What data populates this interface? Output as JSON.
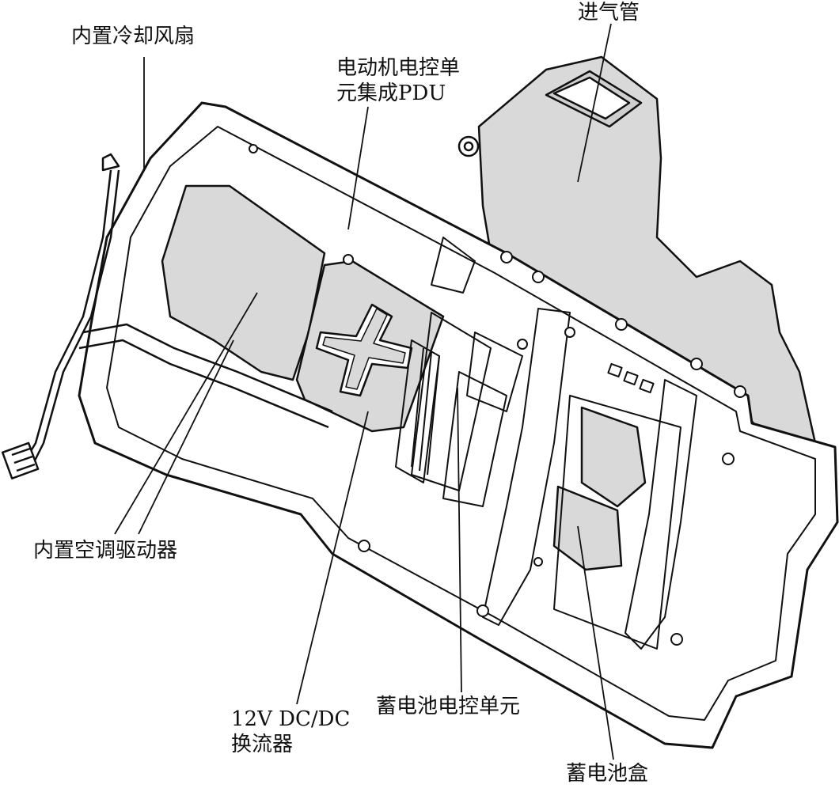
{
  "labels": {
    "fan": "内置冷却风扇",
    "intake": "进气管",
    "pdu_line1": "电动机电控单",
    "pdu_line2": "元集成PDU",
    "ac_driver": "内置空调驱动器",
    "dcdc_line1": "12V DC/DC",
    "dcdc_line2": "换流器",
    "battery_ecu": "蓄电池电控单元",
    "battery_box": "蓄电池盒"
  },
  "colors": {
    "line": "#111111",
    "fill_gray": "#d9d9d9",
    "background": "#ffffff"
  }
}
